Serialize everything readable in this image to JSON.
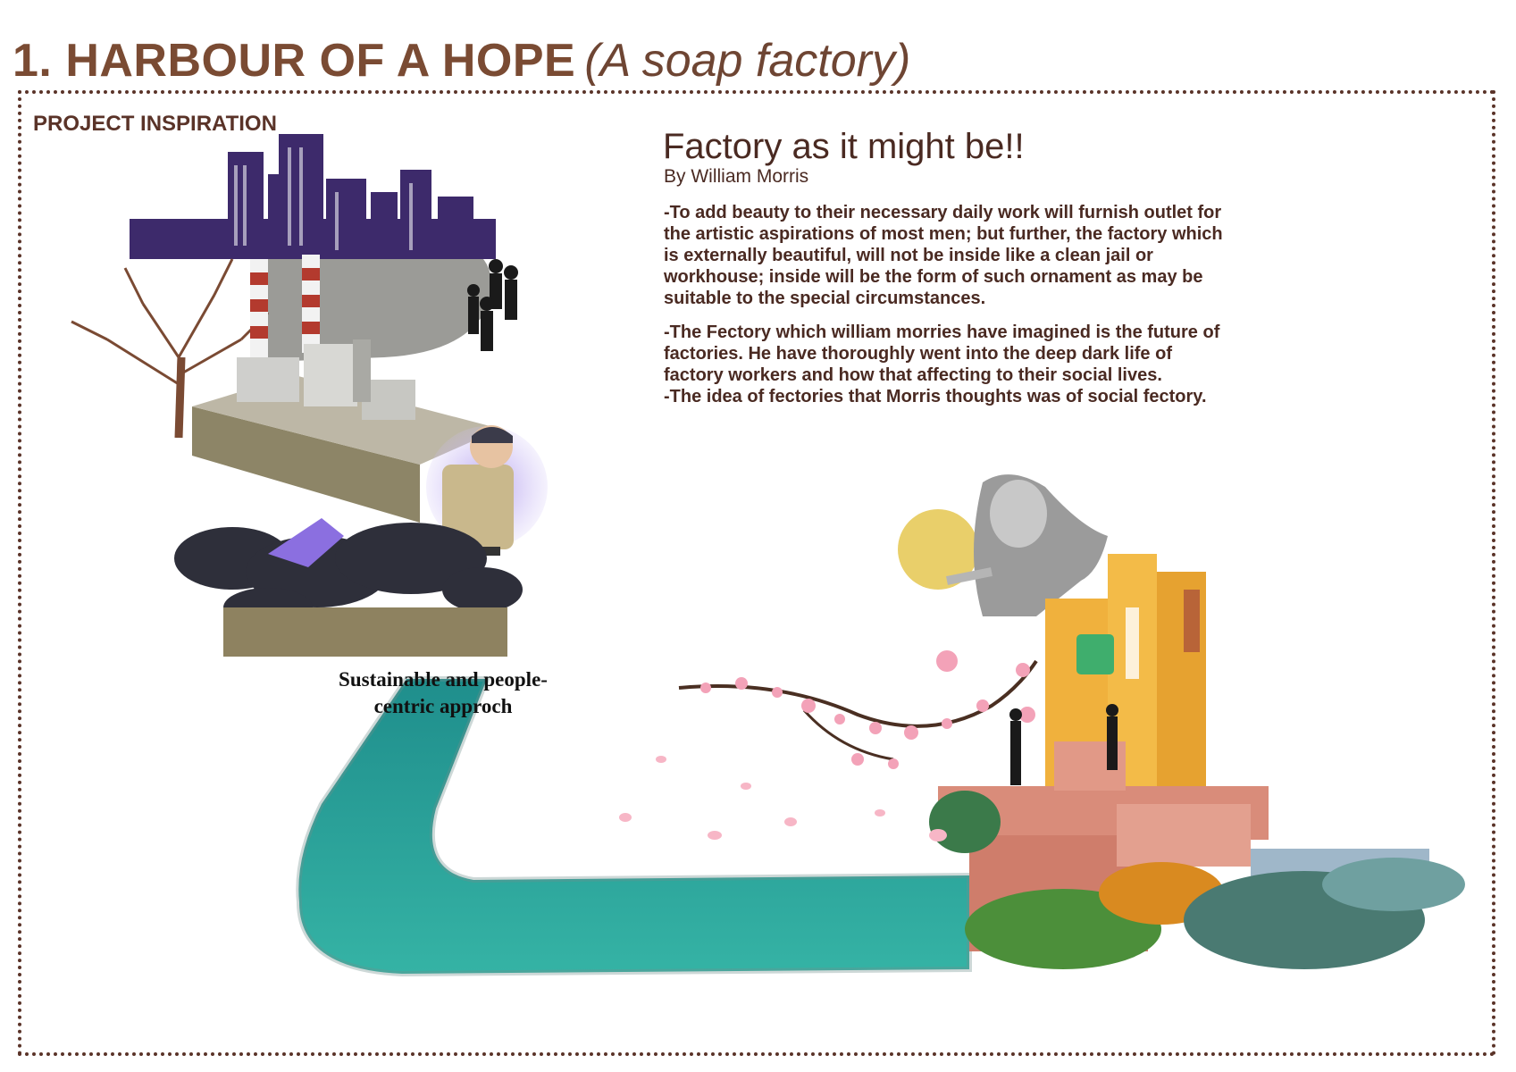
{
  "title": {
    "main": "1. HARBOUR OF A HOPE",
    "sub": "(A soap factory)"
  },
  "section_label": "PROJECT INSPIRATION",
  "quote": {
    "heading": "Factory as it might be!!",
    "author": "By William Morris",
    "paragraphs": [
      "-To add beauty to their necessary daily work will furnish outlet for the artistic aspirations of most men; but further, the factory which is externally beautiful, will not be inside like a clean jail or workhouse; inside will be the form of such ornament as may be suitable to the special circumstances.",
      "-The Fectory which william morries have imagined is the future of factories. He have thoroughly went into the deep dark life of factory workers and how that affecting to their social lives.\n-The idea of fectories that Morris thoughts was of social fectory."
    ]
  },
  "caption": "Sustainable and people-centric approch",
  "colors": {
    "title": "#7a4b33",
    "frame": "#5a3328",
    "river": "#2aa198",
    "city": "#3d2a6b",
    "tower": "#e8a93a",
    "brick": "#d98c7a"
  }
}
